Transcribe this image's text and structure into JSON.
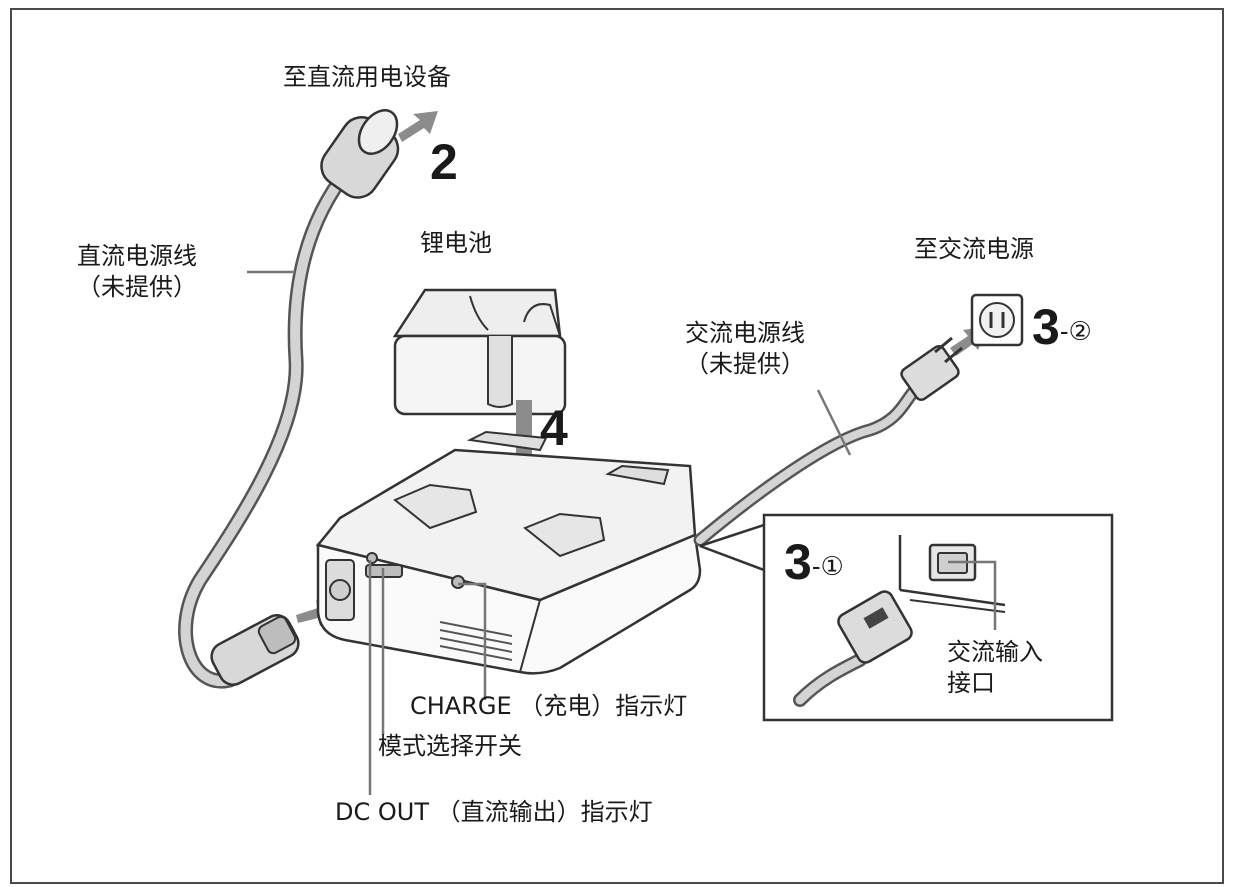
{
  "labels": {
    "to_dc_device": "至直流用电设备",
    "dc_cable_line1": "直流电源线",
    "dc_cable_line2": "（未提供）",
    "battery": "锂电池",
    "to_ac_power": "至交流电源",
    "ac_cord_line1": "交流电源线",
    "ac_cord_line2": "（未提供）",
    "ac_input_line1": "交流输入",
    "ac_input_line2": "接口",
    "charge_indicator": "CHARGE （充电）指示灯",
    "mode_switch": "模式选择开关",
    "dc_out_indicator": "DC OUT （直流输出）指示灯"
  },
  "steps": {
    "step2": "2",
    "step4": "4",
    "step3_num": "3",
    "step3_sub1": "-①",
    "step3_sub2": "-②"
  },
  "colors": {
    "line": "#1a1a1a",
    "cable_gray": "#9a9a9a",
    "arrow_gray": "#8c8c8c",
    "panel_fill": "#f4f4f4"
  }
}
